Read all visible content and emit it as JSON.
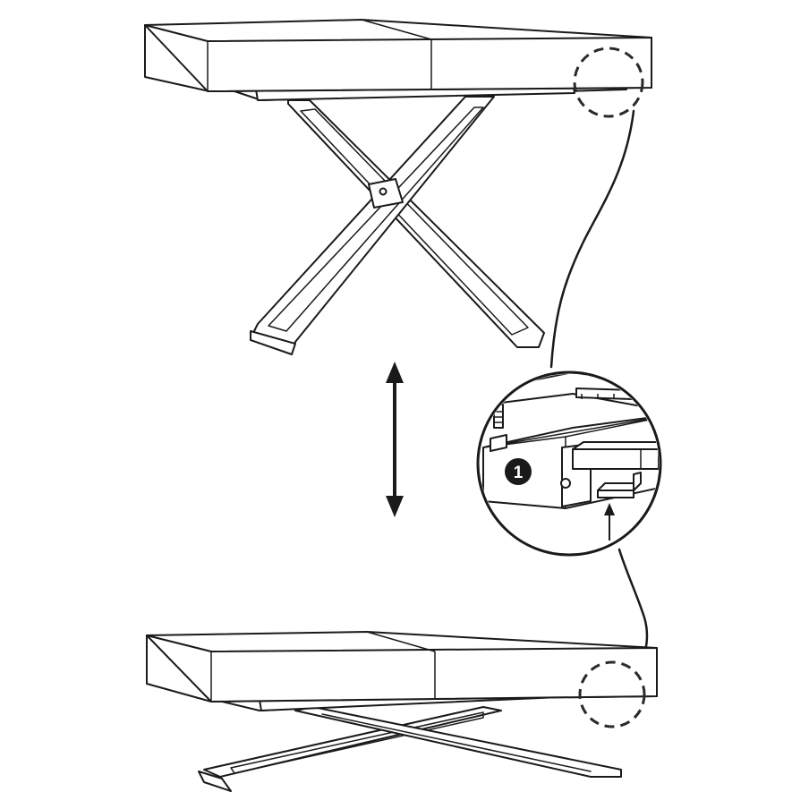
{
  "diagram": {
    "step_badge": "1",
    "colors": {
      "line": "#1a1a1a",
      "background": "#ffffff",
      "badge": "#1a1a1a"
    },
    "icons": [
      "double-headed-vertical-arrow",
      "upward-arrow"
    ]
  }
}
